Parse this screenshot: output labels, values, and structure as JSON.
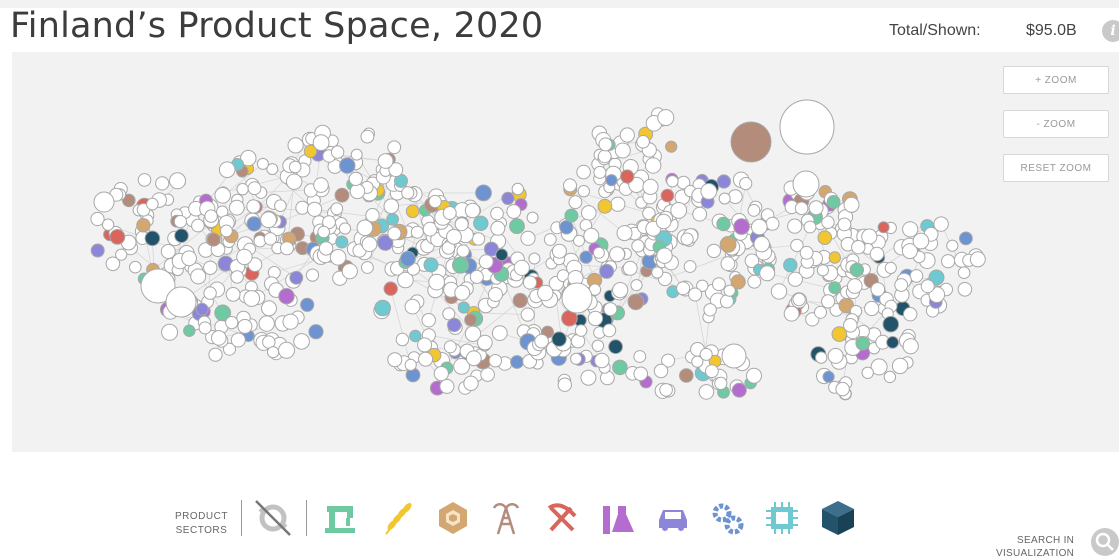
{
  "header": {
    "title": "Finland’s Product Space, 2020",
    "total_label": "Total/Shown:",
    "total_value": "$95.0B",
    "info_icon": "info-icon"
  },
  "zoom": {
    "zoom_in": "+ ZOOM",
    "zoom_out": "- ZOOM",
    "reset": "RESET ZOOM"
  },
  "sectors": {
    "label_line1": "PRODUCT",
    "label_line2": "SECTORS",
    "items": [
      {
        "name": "all-sectors-toggle-icon",
        "color": "#b8b8b8"
      },
      {
        "name": "textiles-sewing-machine-icon",
        "color": "#6fc9a2"
      },
      {
        "name": "agriculture-wheat-icon",
        "color": "#f2c630"
      },
      {
        "name": "stone-gem-icon",
        "color": "#d4a770"
      },
      {
        "name": "minerals-oil-rig-icon",
        "color": "#b38c7c"
      },
      {
        "name": "metals-pickaxe-icon",
        "color": "#d9655c"
      },
      {
        "name": "chemicals-flask-icon",
        "color": "#b56ccf"
      },
      {
        "name": "vehicles-car-icon",
        "color": "#8c86d9"
      },
      {
        "name": "machinery-gears-icon",
        "color": "#6d93d1"
      },
      {
        "name": "electronics-chip-icon",
        "color": "#6ecad0"
      },
      {
        "name": "other-box-icon",
        "color": "#23536b"
      }
    ]
  },
  "search": {
    "line1": "SEARCH IN",
    "line2": "VISUALIZATION",
    "icon": "search-icon"
  },
  "network": {
    "node_fill_default": "#ffffff",
    "node_stroke": "#a8a8a8",
    "edge_color": "#d6d6d6",
    "background": "#f2f2f2"
  }
}
